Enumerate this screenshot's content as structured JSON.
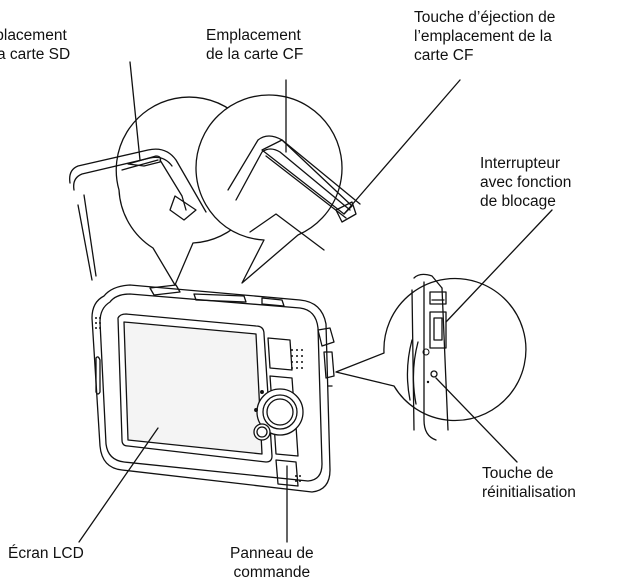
{
  "labels": {
    "sd_slot": [
      "Emplacement",
      "de la carte SD"
    ],
    "cf_slot": [
      "Emplacement",
      "de la carte CF"
    ],
    "cf_eject": [
      "Touche d’éjection de",
      "l’emplacement de la",
      "carte CF"
    ],
    "lock_switch": [
      "Interrupteur",
      "avec fonction",
      "de blocage"
    ],
    "reset_button": [
      "Touche de",
      "réinitialisation"
    ],
    "lcd_screen": [
      "Écran LCD"
    ],
    "control_panel": [
      "Panneau de",
      "commande"
    ]
  },
  "colors": {
    "line": "#111111",
    "fill": "#ffffff",
    "screen_fill": "#f4f4f4"
  },
  "icons": [
    "power-icon",
    "reset-icon"
  ]
}
